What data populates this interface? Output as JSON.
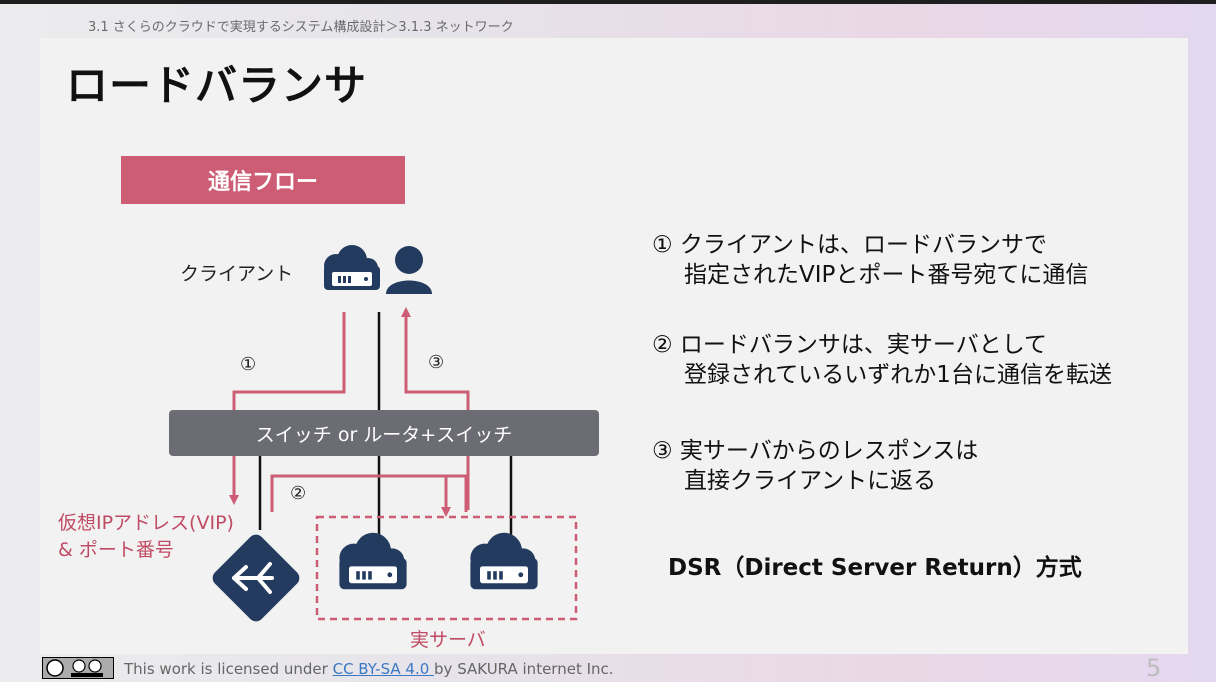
{
  "breadcrumb": "3.1 さくらのクラウドで実現するシステム構成設計＞3.1.3 ネットワーク",
  "title": "ロードバランサ",
  "flow_badge": "通信フロー",
  "diagram": {
    "client_label": "クライアント",
    "switch_label": "スイッチ or ルータ+スイッチ",
    "vip_line1": "仮想IPアドレス(VIP)",
    "vip_line2": "& ポート番号",
    "real_servers_label": "実サーバ",
    "step1": "①",
    "step2": "②",
    "step3": "③"
  },
  "steps": [
    {
      "line1": "① クライアントは、ロードバランサで",
      "line2": "指定されたVIPとポート番号宛てに通信"
    },
    {
      "line1": "② ロードバランサは、実サーバとして",
      "line2": "登録されているいずれか1台に通信を転送"
    },
    {
      "line1": "③ 実サーバからのレスポンスは",
      "line2": "直接クライアントに返る"
    }
  ],
  "dsr": "DSR（Direct Server Return）方式",
  "footer": {
    "cc_badge": "cc by sa",
    "prefix": "This work is licensed under ",
    "link": "CC BY-SA 4.0 ",
    "suffix": "by SAKURA internet Inc."
  },
  "page_number": "5",
  "colors": {
    "accent_pink": "#cc5d74",
    "navy": "#233b5e",
    "switch_gray": "#6c6c74"
  },
  "icons": [
    "cloud-server-icon",
    "user-icon",
    "load-balancer-icon",
    "cc-license-icon"
  ]
}
